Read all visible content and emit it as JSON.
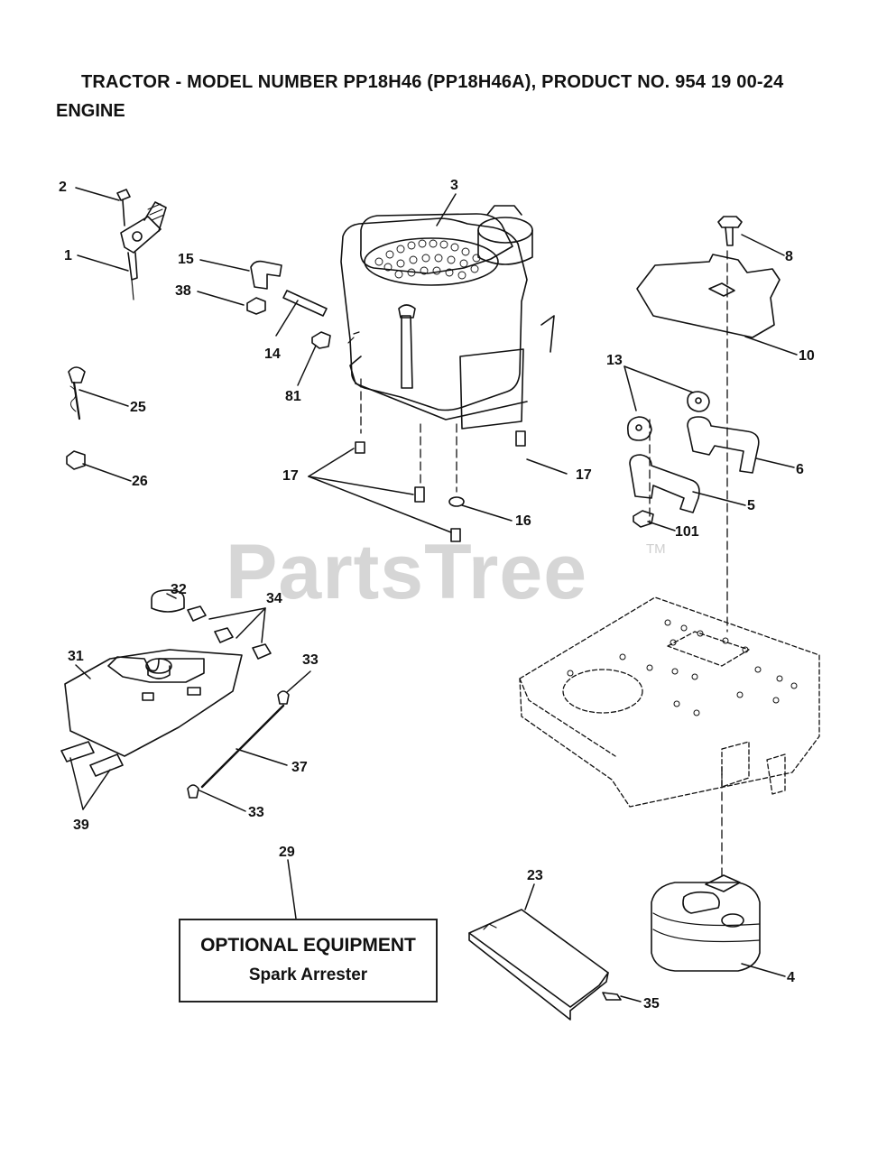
{
  "header": {
    "title": "TRACTOR - MODEL NUMBER PP18H46 (PP18H46A), PRODUCT NO. 954 19 00-24",
    "subtitle": "ENGINE"
  },
  "watermark": {
    "text": "PartsTree",
    "tm": "TM"
  },
  "callouts": {
    "c2": "2",
    "c1": "1",
    "c3": "3",
    "c15": "15",
    "c38": "38",
    "c14": "14",
    "c81": "81",
    "c8": "8",
    "c10": "10",
    "c13": "13",
    "c6": "6",
    "c5": "5",
    "c101": "101",
    "c25": "25",
    "c26": "26",
    "c17a": "17",
    "c17b": "17",
    "c16": "16",
    "c32": "32",
    "c34": "34",
    "c31": "31",
    "c33a": "33",
    "c37": "37",
    "c33b": "33",
    "c39": "39",
    "c29": "29",
    "c23": "23",
    "c4": "4",
    "c35": "35"
  },
  "optional_box": {
    "line1": "OPTIONAL EQUIPMENT",
    "line2": "Spark Arrester"
  }
}
